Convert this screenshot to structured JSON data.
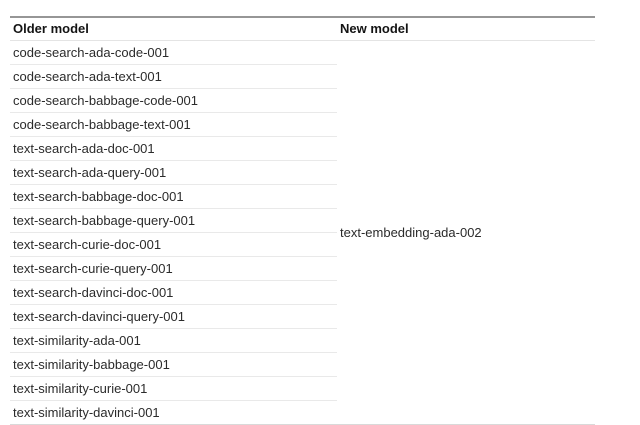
{
  "table": {
    "headers": [
      "Older model",
      "New model"
    ],
    "older_models": [
      "code-search-ada-code-001",
      "code-search-ada-text-001",
      "code-search-babbage-code-001",
      "code-search-babbage-text-001",
      "text-search-ada-doc-001",
      "text-search-ada-query-001",
      "text-search-babbage-doc-001",
      "text-search-babbage-query-001",
      "text-search-curie-doc-001",
      "text-search-curie-query-001",
      "text-search-davinci-doc-001",
      "text-search-davinci-query-001",
      "text-similarity-ada-001",
      "text-similarity-babbage-001",
      "text-similarity-curie-001",
      "text-similarity-davinci-001"
    ],
    "new_model": "text-embedding-ada-002"
  }
}
